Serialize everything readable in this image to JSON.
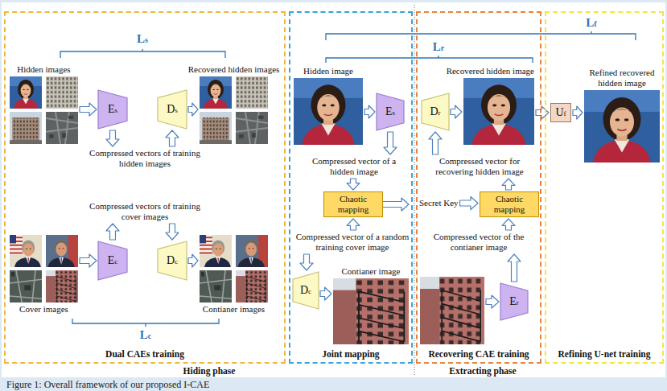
{
  "diagram": {
    "caption": "Figure 1: Overall framework of our proposed I-CAE",
    "nodes": [
      {
        "text": [
          "Dual CAEs training"
        ]
      },
      {
        "text": [
          "Hidden images"
        ],
        "in": 0
      },
      {
        "text": [
          "Es"
        ],
        "in": 0
      },
      {
        "text": [
          "Ds"
        ],
        "in": 0
      },
      {
        "text": [
          "Recovered hidden images"
        ],
        "in": 0
      },
      {
        "text": [
          "Compressed vectors of training hidden images"
        ],
        "in": 0
      },
      {
        "text": [
          "Compressed vectors of training cover images"
        ],
        "in": 0
      },
      {
        "text": [
          "Cover images"
        ],
        "in": 0
      },
      {
        "text": [
          "Ec"
        ],
        "in": 0
      },
      {
        "text": [
          "Dc"
        ],
        "in": 0
      },
      {
        "text": [
          "Contianer images"
        ],
        "in": 0
      },
      {
        "text": [
          "Joint mapping"
        ]
      },
      {
        "text": [
          "Hidden image"
        ],
        "in": 11
      },
      {
        "text": [
          "Es"
        ],
        "in": 11
      },
      {
        "text": [
          "Compressed vector of a hidden image"
        ],
        "in": 11
      },
      {
        "text": [
          "Chaotic mapping"
        ],
        "in": 11
      },
      {
        "text": [
          "Compressed vector of a random training cover image"
        ],
        "in": 11
      },
      {
        "text": [
          "Dc"
        ],
        "in": 11
      },
      {
        "text": [
          "Contianer image"
        ],
        "in": 11
      },
      {
        "text": [
          "Recovering CAE training"
        ]
      },
      {
        "text": [
          "Dr"
        ],
        "in": 19
      },
      {
        "text": [
          "Recovered hidden image"
        ],
        "in": 19
      },
      {
        "text": [
          "Compressed vector for recovering hidden image"
        ],
        "in": 19
      },
      {
        "text": [
          "Secret Key"
        ],
        "in": 19
      },
      {
        "text": [
          "Chaotic mapping"
        ],
        "in": 19
      },
      {
        "text": [
          "Compressed vector of the contianer image"
        ],
        "in": 19
      },
      {
        "text": [
          "Er"
        ],
        "in": 19
      },
      {
        "text": [
          "Refining U-net training"
        ]
      },
      {
        "text": [
          "Uf"
        ],
        "in": 27
      },
      {
        "text": [
          "Refined recovered hidden image"
        ],
        "in": 27
      }
    ],
    "edges": [
      {
        "from": 1,
        "to": 2,
        "arrow": "to"
      },
      {
        "from": 2,
        "to": 5,
        "arrow": "to"
      },
      {
        "from": 5,
        "to": 3,
        "arrow": "to"
      },
      {
        "from": 3,
        "to": 4,
        "arrow": "to"
      },
      {
        "from": 7,
        "to": 8,
        "arrow": "to"
      },
      {
        "from": 8,
        "to": 6,
        "arrow": "to"
      },
      {
        "from": 6,
        "to": 9,
        "arrow": "to"
      },
      {
        "from": 9,
        "to": 10,
        "arrow": "to"
      },
      {
        "from": 12,
        "to": 13,
        "arrow": "to"
      },
      {
        "from": 13,
        "to": 14,
        "arrow": "to"
      },
      {
        "from": 14,
        "to": 15,
        "arrow": "to"
      },
      {
        "from": 16,
        "to": 15,
        "arrow": "to"
      },
      {
        "from": 16,
        "to": 17,
        "arrow": "to"
      },
      {
        "from": 17,
        "to": 18,
        "arrow": "to"
      },
      {
        "from": 26,
        "to": 25,
        "arrow": "to"
      },
      {
        "from": 25,
        "to": 24,
        "arrow": "to"
      },
      {
        "from": 23,
        "to": 24,
        "arrow": "to"
      },
      {
        "from": 24,
        "to": 22,
        "arrow": "to"
      },
      {
        "from": 22,
        "to": 20,
        "arrow": "to"
      },
      {
        "from": 20,
        "to": 21,
        "arrow": "to"
      },
      {
        "from": 21,
        "to": 28,
        "arrow": "to"
      },
      {
        "from": 28,
        "to": 29,
        "arrow": "to"
      }
    ],
    "labels": [
      "Ls",
      "Lc",
      "Lr",
      "Lf",
      "Hiding phase",
      "Extracting phase"
    ]
  }
}
